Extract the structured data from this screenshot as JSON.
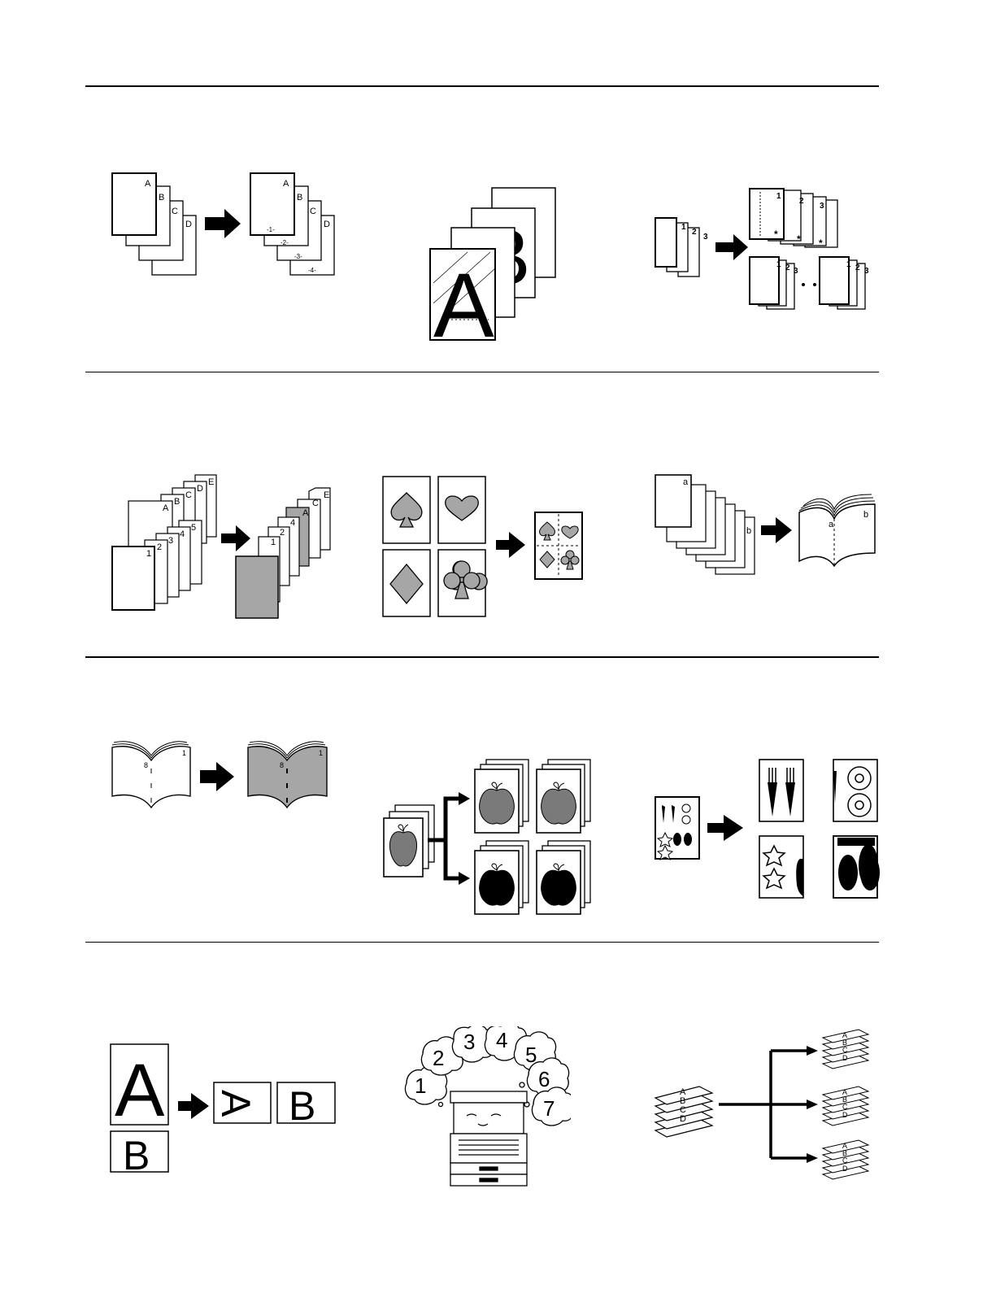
{
  "letters": {
    "a": "A",
    "b": "B",
    "c": "C",
    "d": "D",
    "e": "E",
    "la": "a",
    "lb": "b"
  },
  "numbers": {
    "n1": "1",
    "n2": "2",
    "n3": "3",
    "n4": "4",
    "n5": "5",
    "n6": "6",
    "n7": "7",
    "n8": "8"
  },
  "page_numbers": {
    "p1": "-1-",
    "p2": "-2-",
    "p3": "-3-",
    "p4": "-4-"
  },
  "colors": {
    "ink": "#000000",
    "paper": "#ffffff",
    "gray_fill": "#a6a6a6",
    "dark_fill": "#000000"
  },
  "figures": [
    {
      "id": "page-numbering",
      "icons": [
        "document-stack-icon",
        "arrow-right-icon",
        "numbered-document-stack-icon"
      ]
    },
    {
      "id": "overlay",
      "icons": [
        "document-a-icon",
        "document-b-icon"
      ]
    },
    {
      "id": "sort-offset",
      "icons": [
        "document-stack-icon",
        "arrow-right-icon",
        "sorted-set-icon"
      ]
    },
    {
      "id": "cover-insert",
      "icons": [
        "document-stack-icon",
        "arrow-right-icon",
        "covered-set-icon"
      ]
    },
    {
      "id": "combine",
      "icons": [
        "spade-icon",
        "heart-icon",
        "diamond-icon",
        "club-icon",
        "arrow-right-icon",
        "combined-page-icon"
      ]
    },
    {
      "id": "booklet",
      "icons": [
        "document-stack-icon",
        "arrow-right-icon",
        "open-booklet-icon"
      ]
    },
    {
      "id": "book-copy",
      "icons": [
        "open-book-icon",
        "arrow-right-icon",
        "gray-open-book-icon"
      ]
    },
    {
      "id": "density-adjust",
      "icons": [
        "apple-icon",
        "branch-arrow-icon"
      ]
    },
    {
      "id": "poster-enlarge",
      "icons": [
        "vegetable-page-icon",
        "arrow-right-icon",
        "enlarged-tiles-icon"
      ]
    },
    {
      "id": "rotate",
      "icons": [
        "document-a-icon",
        "document-b-icon",
        "arrow-right-icon",
        "rotated-a-icon"
      ]
    },
    {
      "id": "job-queue",
      "icons": [
        "copier-icon",
        "thought-bubble-icon"
      ]
    },
    {
      "id": "distribution",
      "icons": [
        "layered-stack-icon",
        "branch-arrow-icon"
      ]
    }
  ]
}
